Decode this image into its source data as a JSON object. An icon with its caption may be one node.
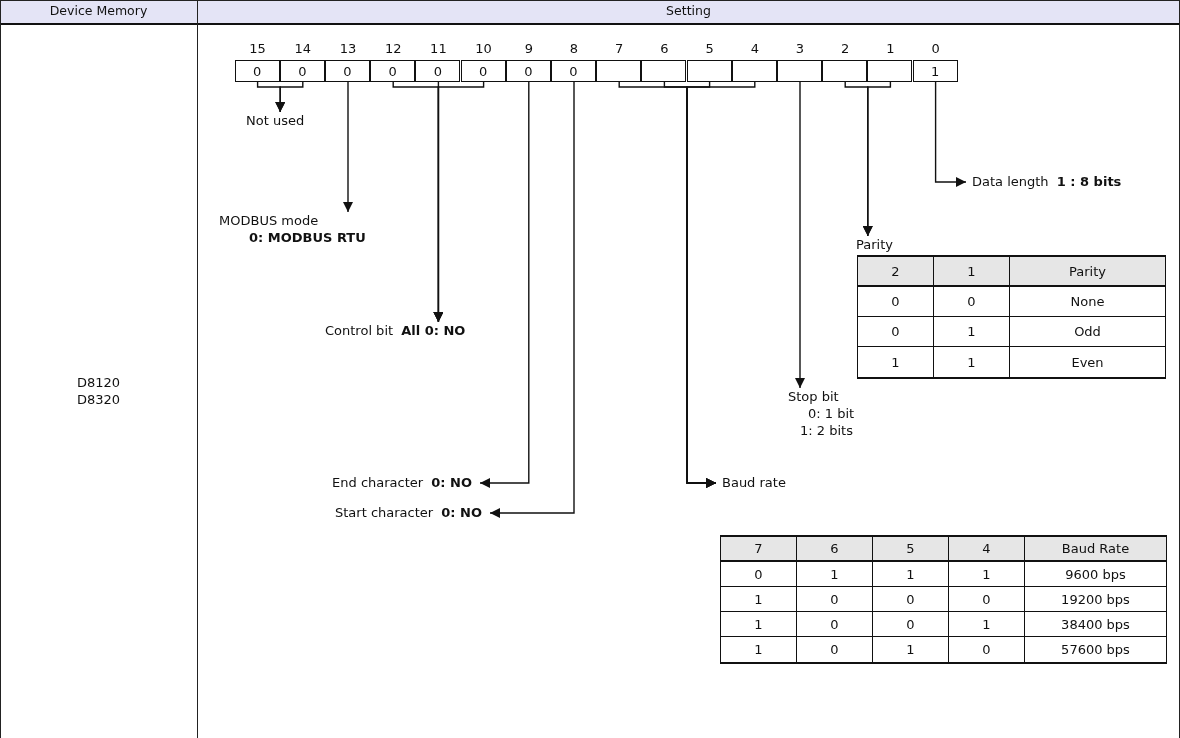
{
  "diagram": {
    "nodes": [
      {
        "text": [
          "0"
        ]
      },
      {
        "text": [
          "0"
        ]
      },
      {
        "text": [
          "0"
        ]
      },
      {
        "text": [
          "0"
        ]
      },
      {
        "text": [
          "0"
        ]
      },
      {
        "text": [
          "0"
        ]
      },
      {
        "text": [
          "0"
        ]
      },
      {
        "text": [
          "0"
        ]
      },
      {
        "text": [],
        "shape": "box"
      },
      {
        "text": [],
        "shape": "box"
      },
      {
        "text": [],
        "shape": "box"
      },
      {
        "text": [],
        "shape": "box"
      },
      {
        "text": [],
        "shape": "box"
      },
      {
        "text": [],
        "shape": "box"
      },
      {
        "text": [],
        "shape": "box"
      },
      {
        "text": [
          "1"
        ]
      },
      {
        "text": [
          "Not used"
        ]
      },
      {
        "text": [
          "MODBUS mode",
          "0: MODBUS RTU"
        ]
      },
      {
        "text": [
          "Control bit **All 0: NO**"
        ]
      },
      {
        "text": [
          "End character **0: NO**"
        ]
      },
      {
        "text": [
          "Start character **0: NO**"
        ]
      },
      {
        "text": [
          "Baud rate"
        ]
      },
      {
        "text": [
          "Stop bit",
          "0: 1 bit",
          "1: 2 bits"
        ]
      },
      {
        "text": [
          "Parity"
        ]
      },
      {
        "text": [
          "Data length **1 : 8 bits**"
        ]
      }
    ],
    "edges": [
      {
        "from": 0,
        "to": 16,
        "arrow": "to"
      },
      {
        "from": 1,
        "to": 16,
        "arrow": "to"
      },
      {
        "from": 2,
        "to": 17,
        "arrow": "to"
      },
      {
        "from": 3,
        "to": 18,
        "arrow": "to"
      },
      {
        "from": 4,
        "to": 18,
        "arrow": "to"
      },
      {
        "from": 5,
        "to": 18,
        "arrow": "to"
      },
      {
        "from": 6,
        "to": 19,
        "arrow": "to"
      },
      {
        "from": 7,
        "to": 20,
        "arrow": "to"
      },
      {
        "from": 8,
        "to": 21,
        "arrow": "to"
      },
      {
        "from": 9,
        "to": 21,
        "arrow": "to"
      },
      {
        "from": 10,
        "to": 21,
        "arrow": "to"
      },
      {
        "from": 11,
        "to": 21,
        "arrow": "to"
      },
      {
        "from": 12,
        "to": 22,
        "arrow": "to"
      },
      {
        "from": 13,
        "to": 23,
        "arrow": "to"
      },
      {
        "from": 14,
        "to": 23,
        "arrow": "to"
      },
      {
        "from": 15,
        "to": 24,
        "arrow": "to"
      }
    ],
    "labels": [
      "Device Memory",
      "Setting",
      "15",
      "14",
      "13",
      "12",
      "11",
      "10",
      "9",
      "8",
      "7",
      "6",
      "5",
      "4",
      "3",
      "2",
      "1",
      "0",
      "D8120 D8320",
      "2",
      "1",
      "Parity",
      "0",
      "0",
      "None",
      "0",
      "1",
      "Odd",
      "1",
      "1",
      "Even",
      "7",
      "6",
      "5",
      "4",
      "Baud Rate",
      "0",
      "1",
      "1",
      "1",
      "9600 bps",
      "1",
      "0",
      "0",
      "0",
      "19200 bps",
      "1",
      "0",
      "0",
      "1",
      "38400 bps",
      "1",
      "0",
      "1",
      "0",
      "57600 bps"
    ]
  }
}
